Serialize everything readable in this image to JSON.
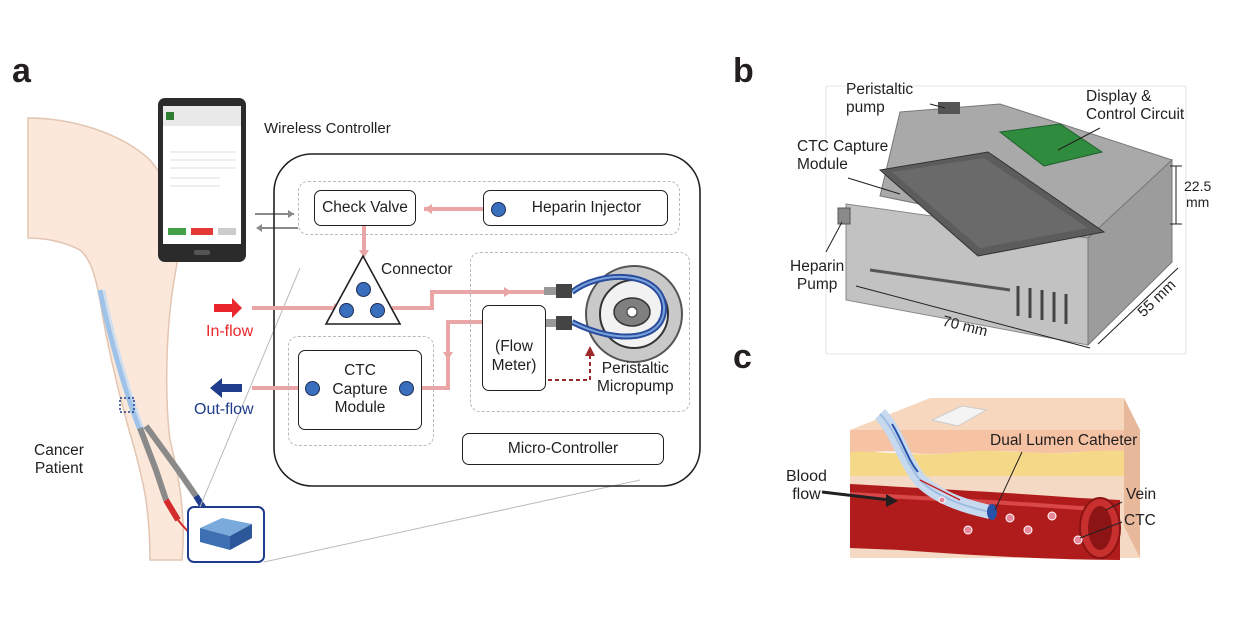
{
  "panels": {
    "a": "a",
    "b": "b",
    "c": "c"
  },
  "panel_a": {
    "wireless_controller": "Wireless Controller",
    "check_valve": "Check Valve",
    "heparin_injector": "Heparin Injector",
    "connector": "Connector",
    "ctc_capture_module": [
      "CTC",
      "Capture",
      "Module"
    ],
    "flow_meter": [
      "(Flow",
      "Meter)"
    ],
    "peristaltic_micropump": [
      "Peristaltic",
      "Micropump"
    ],
    "micro_controller": "Micro-Controller",
    "in_flow": "In-flow",
    "out_flow": "Out-flow",
    "cancer_patient": [
      "Cancer",
      "Patient"
    ],
    "colors": {
      "in_flow": "#e8262b",
      "out_flow": "#1f3d8c",
      "tube": "#eaa6a6",
      "dot": "#3a6fbd"
    }
  },
  "panel_b": {
    "peristaltic_pump": [
      "Peristaltic",
      "pump"
    ],
    "display_control": [
      "Display &",
      "Control Circuit"
    ],
    "ctc_capture_module": [
      "CTC Capture",
      "Module"
    ],
    "heparin_pump": [
      "Heparin",
      "Pump"
    ],
    "height": [
      "22.5",
      "mm"
    ],
    "width": "70 mm",
    "depth": "55 mm"
  },
  "panel_c": {
    "dual_lumen_catheter": "Dual Lumen Catheter",
    "blood_flow": [
      "Blood",
      "flow"
    ],
    "vein": "Vein",
    "ctc": "CTC"
  }
}
